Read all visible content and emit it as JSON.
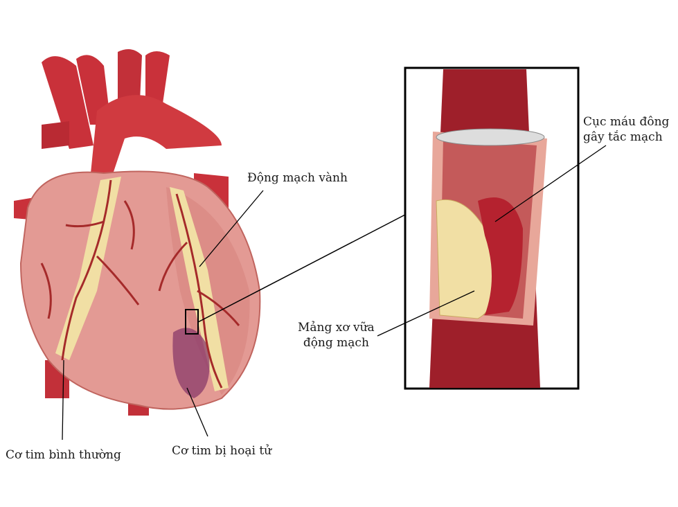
{
  "labels": {
    "coronary_artery": "Động mạch vành",
    "blood_clot": "Cục máu đông gây tắc mạch",
    "blood_clot_line1": "Cục máu đông",
    "blood_clot_line2": "gây tắc mạch",
    "plaque_line1": "Mảng xơ vữa",
    "plaque_line2": "động mạch",
    "normal_muscle": "Cơ tim bình thường",
    "necrotic_muscle": "Cơ tim bị hoại tử"
  },
  "colors": {
    "heart_muscle": "#e39a94",
    "vessel": "#c9313a",
    "artery_wall": "#9e1f2a",
    "plaque": "#f1dfa4",
    "clot": "#b5222f",
    "necrosis": "#8a3a6a"
  }
}
